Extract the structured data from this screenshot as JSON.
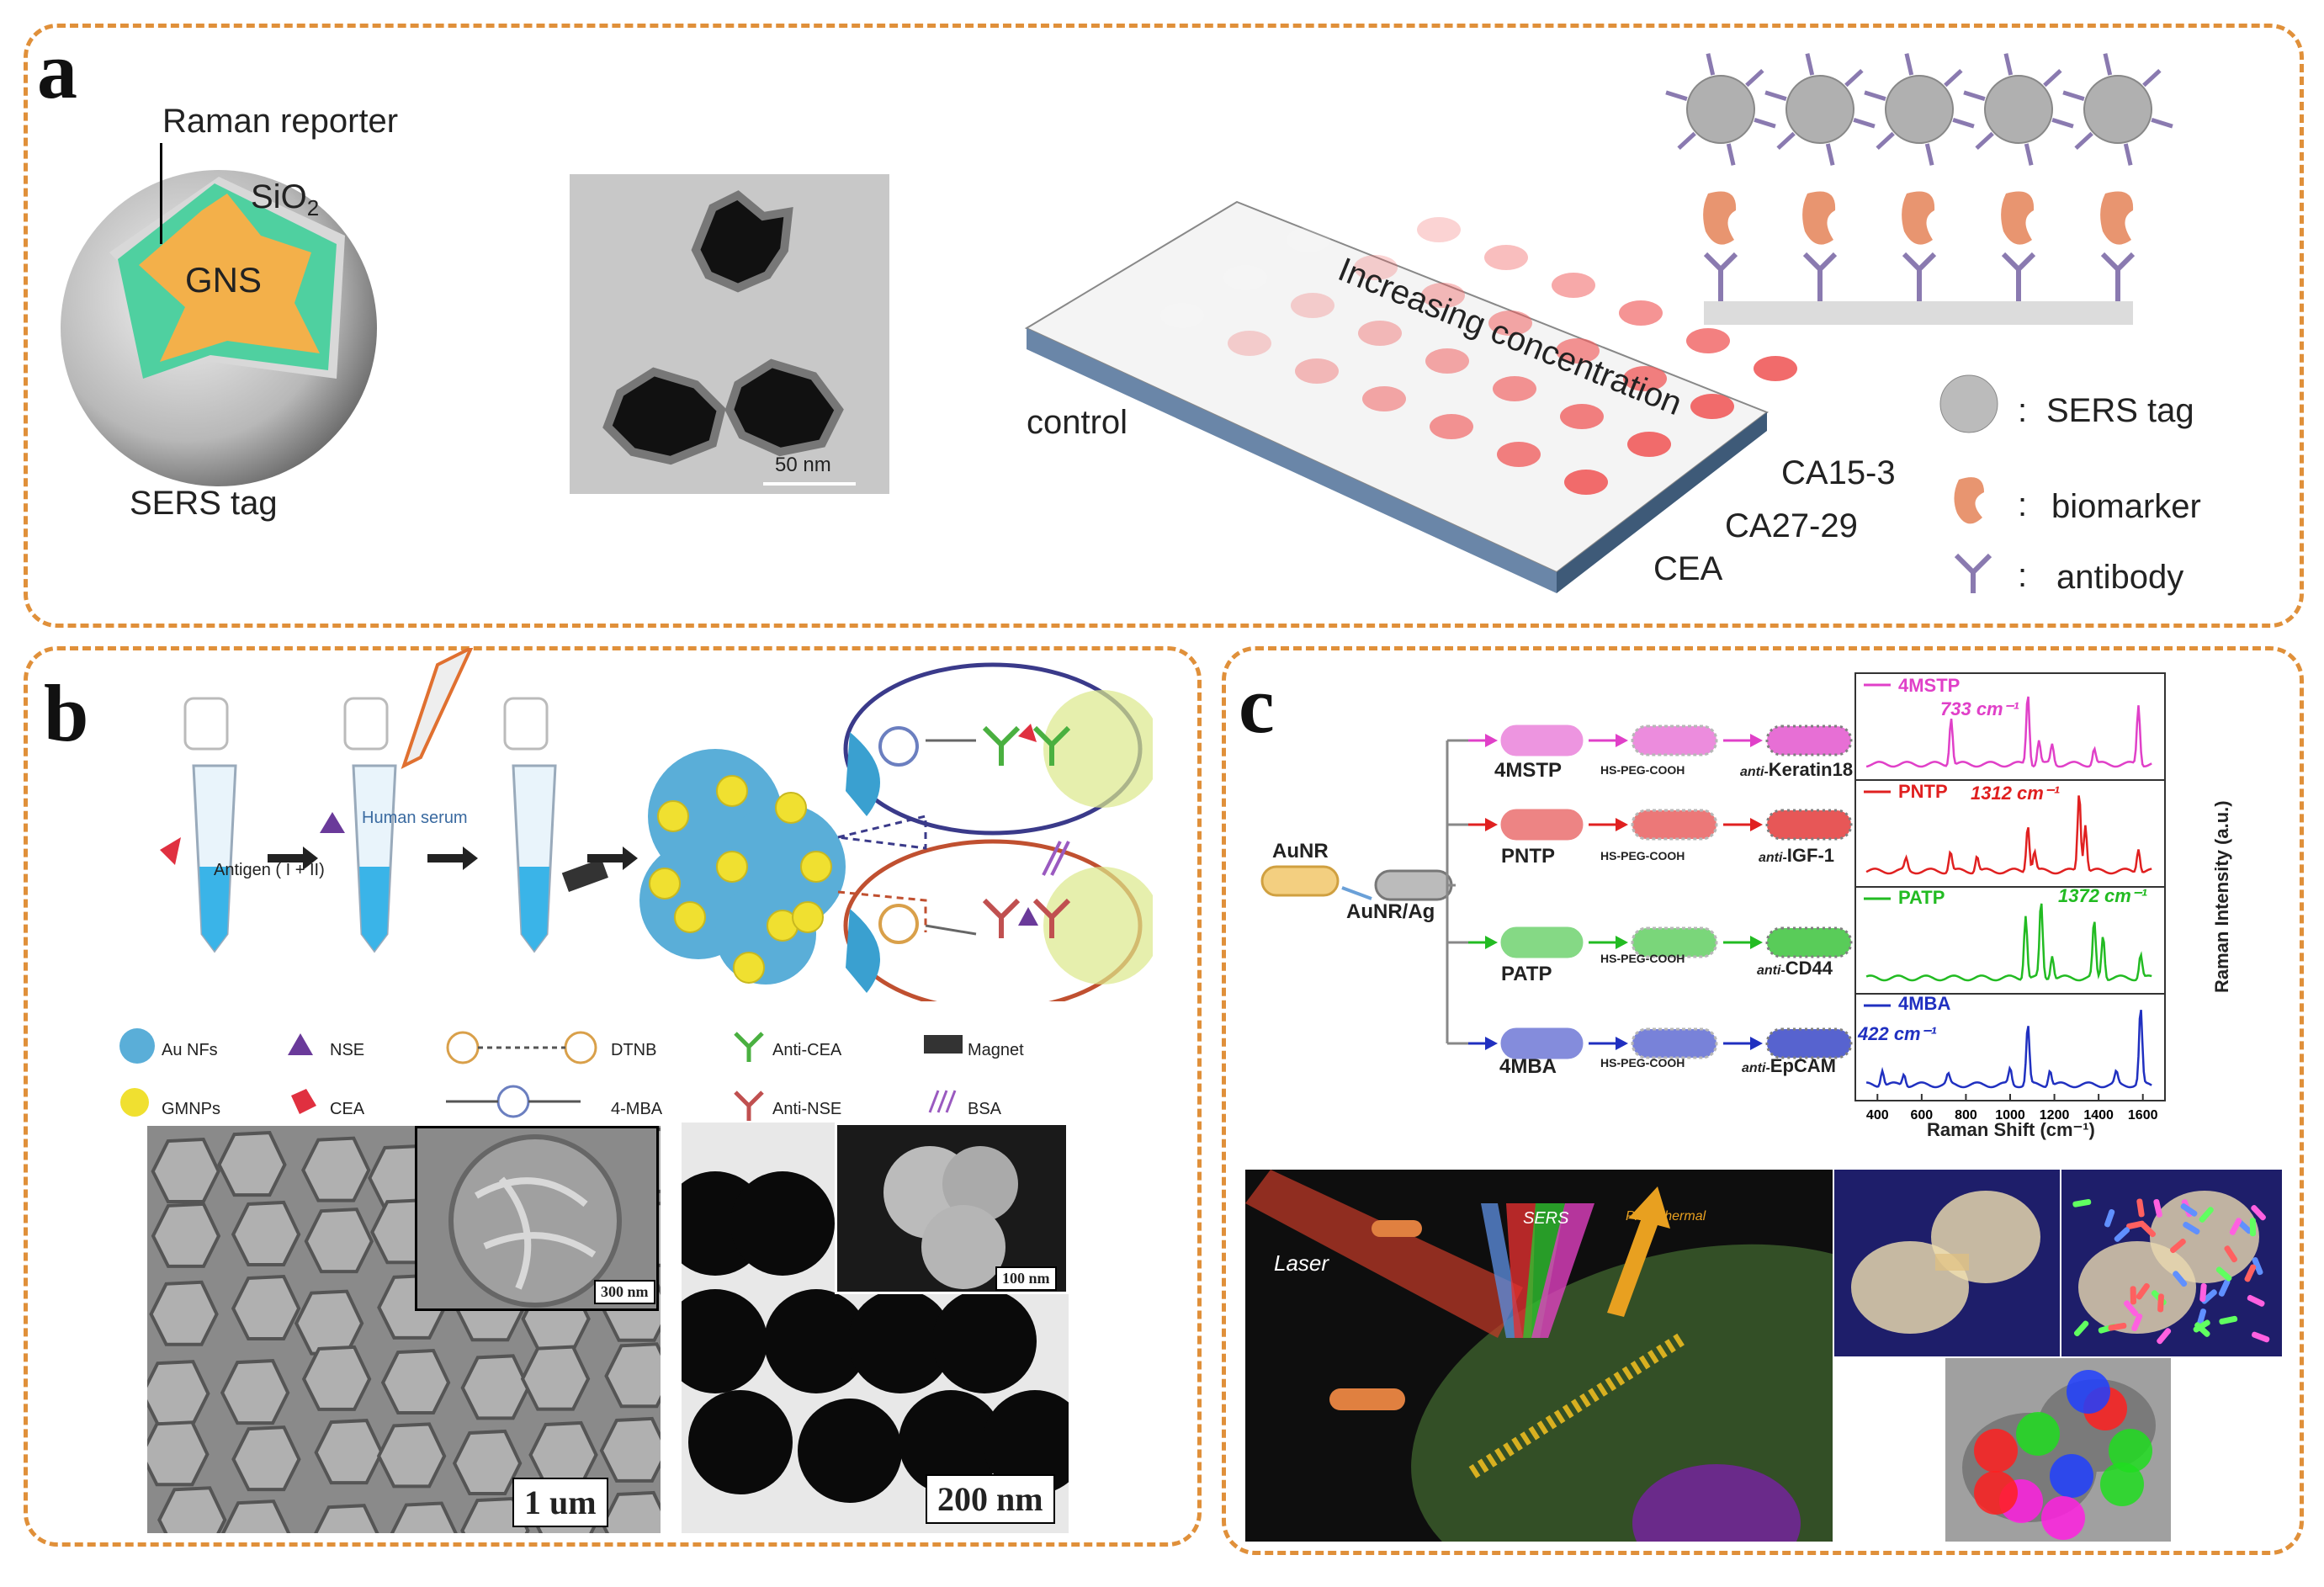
{
  "panel_a": {
    "label": "a",
    "raman_reporter": "Raman reporter",
    "sio2": "SiO",
    "sio2_sub": "2",
    "gns": "GNS",
    "sers_tag": "SERS tag",
    "tem_scale": "50 nm",
    "increasing_concentration": "Increasing concentration",
    "control": "control",
    "markers": [
      "CA15-3",
      "CA27-29",
      "CEA"
    ],
    "legend": [
      {
        "symbol": ":",
        "label": "SERS tag"
      },
      {
        "symbol": ":",
        "label": "biomarker"
      },
      {
        "symbol": ":",
        "label": "antibody"
      }
    ]
  },
  "panel_b": {
    "label": "b",
    "human_serum": "Human serum",
    "antigen": "Antigen ( I + II)",
    "legend": [
      "Au NFs",
      "NSE",
      "DTNB",
      "Anti-CEA",
      "Magnet",
      "GMNPs",
      "CEA",
      "4-MBA",
      "Anti-NSE",
      "BSA"
    ],
    "sem_inset_scale": "300 nm",
    "sem_scale": "1 um",
    "tem_inset_scale": "100 nm",
    "tem_scale": "200 nm"
  },
  "panel_c": {
    "label": "c",
    "aunr": "AuNR",
    "aunr_ag": "AuNR/Ag",
    "rows": [
      {
        "reporter": "4MSTP",
        "peg": "HS-PEG-COOH",
        "antibody_prefix": "anti-",
        "antibody": "Keratin18",
        "color": "#e040c8"
      },
      {
        "reporter": "PNTP",
        "peg": "HS-PEG-COOH",
        "antibody_prefix": "anti-",
        "antibody": "IGF-1",
        "color": "#e02020"
      },
      {
        "reporter": "PATP",
        "peg": "HS-PEG-COOH",
        "antibody_prefix": "anti-",
        "antibody": "CD44",
        "color": "#22bb22"
      },
      {
        "reporter": "4MBA",
        "peg": "HS-PEG-COOH",
        "antibody_prefix": "anti-",
        "antibody": "EpCAM",
        "color": "#2030c0"
      }
    ],
    "spectra_peaks": [
      "733 cm⁻¹",
      "1312 cm⁻¹",
      "1372 cm⁻¹",
      "422 cm⁻¹"
    ],
    "x_axis_label": "Raman Shift (cm⁻¹)",
    "y_axis_label": "Raman Intensity (a.u.)",
    "x_ticks": [
      "400",
      "600",
      "800",
      "1000",
      "1200",
      "1400",
      "1600"
    ],
    "illustration_labels": {
      "laser": "Laser",
      "sers": "SERS",
      "photothermal": "Photothermal"
    }
  },
  "colors": {
    "border": "#e0903a",
    "spot": "#f07070",
    "slide_side": "#6a86a8"
  }
}
